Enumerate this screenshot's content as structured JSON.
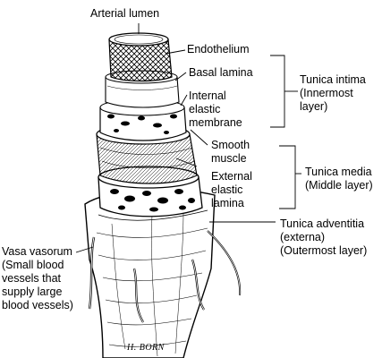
{
  "labels": {
    "arterial_lumen": "Arterial lumen",
    "endothelium": "Endothelium",
    "basal_lamina": "Basal lamina",
    "internal_elastic_membrane": "Internal\nelastic\nmembrane",
    "smooth_muscle": "Smooth\nmuscle",
    "external_elastic_lamina": "External\nelastic\nlamina",
    "tunica_intima": "Tunica intima\n(Innermost\nlayer)",
    "tunica_media": "Tunica media\n(Middle layer)",
    "tunica_adventitia": "Tunica adventitia\n(externa)\n(Outermost layer)",
    "vasa_vasorum": "Vasa vasorum\n(Small blood\nvessels that\nsupply large\nblood vessels)"
  },
  "signature": "H. BORN",
  "colors": {
    "ink": "#000000",
    "paper": "#ffffff",
    "shade": "#d9d9d9"
  }
}
